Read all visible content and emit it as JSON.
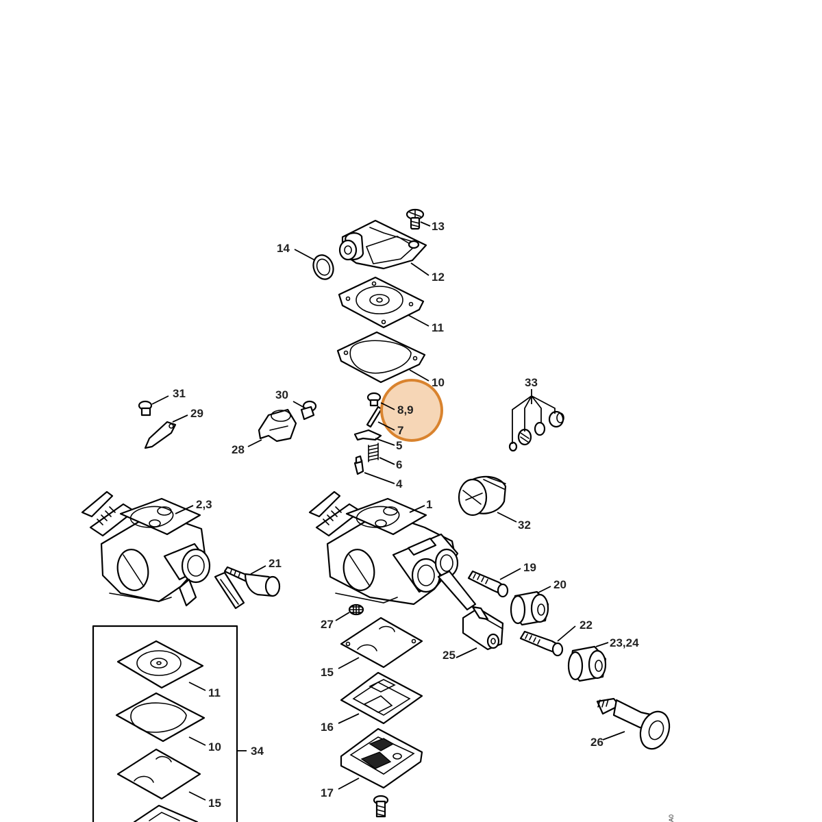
{
  "callouts": {
    "c1": "1",
    "c2": "2,3",
    "c4": "4",
    "c5": "5",
    "c6": "6",
    "c7": "7",
    "c89": "8,9",
    "c10": "10",
    "c11": "11",
    "c12": "12",
    "c13": "13",
    "c14": "14",
    "c15": "15",
    "c16": "16",
    "c17": "17",
    "c19": "19",
    "c20": "20",
    "c21": "21",
    "c22": "22",
    "c2324": "23,24",
    "c25": "25",
    "c26": "26",
    "c27": "27",
    "c28": "28",
    "c29": "29",
    "c30": "30",
    "c31": "31",
    "c32": "32",
    "c33": "33",
    "c34": "34",
    "kit11": "11",
    "kit10": "10",
    "kit15": "15"
  },
  "highlight": {
    "callout": "8,9",
    "color": "#f5cfa9",
    "outline": "#d9832e"
  },
  "corner_code": "A0"
}
